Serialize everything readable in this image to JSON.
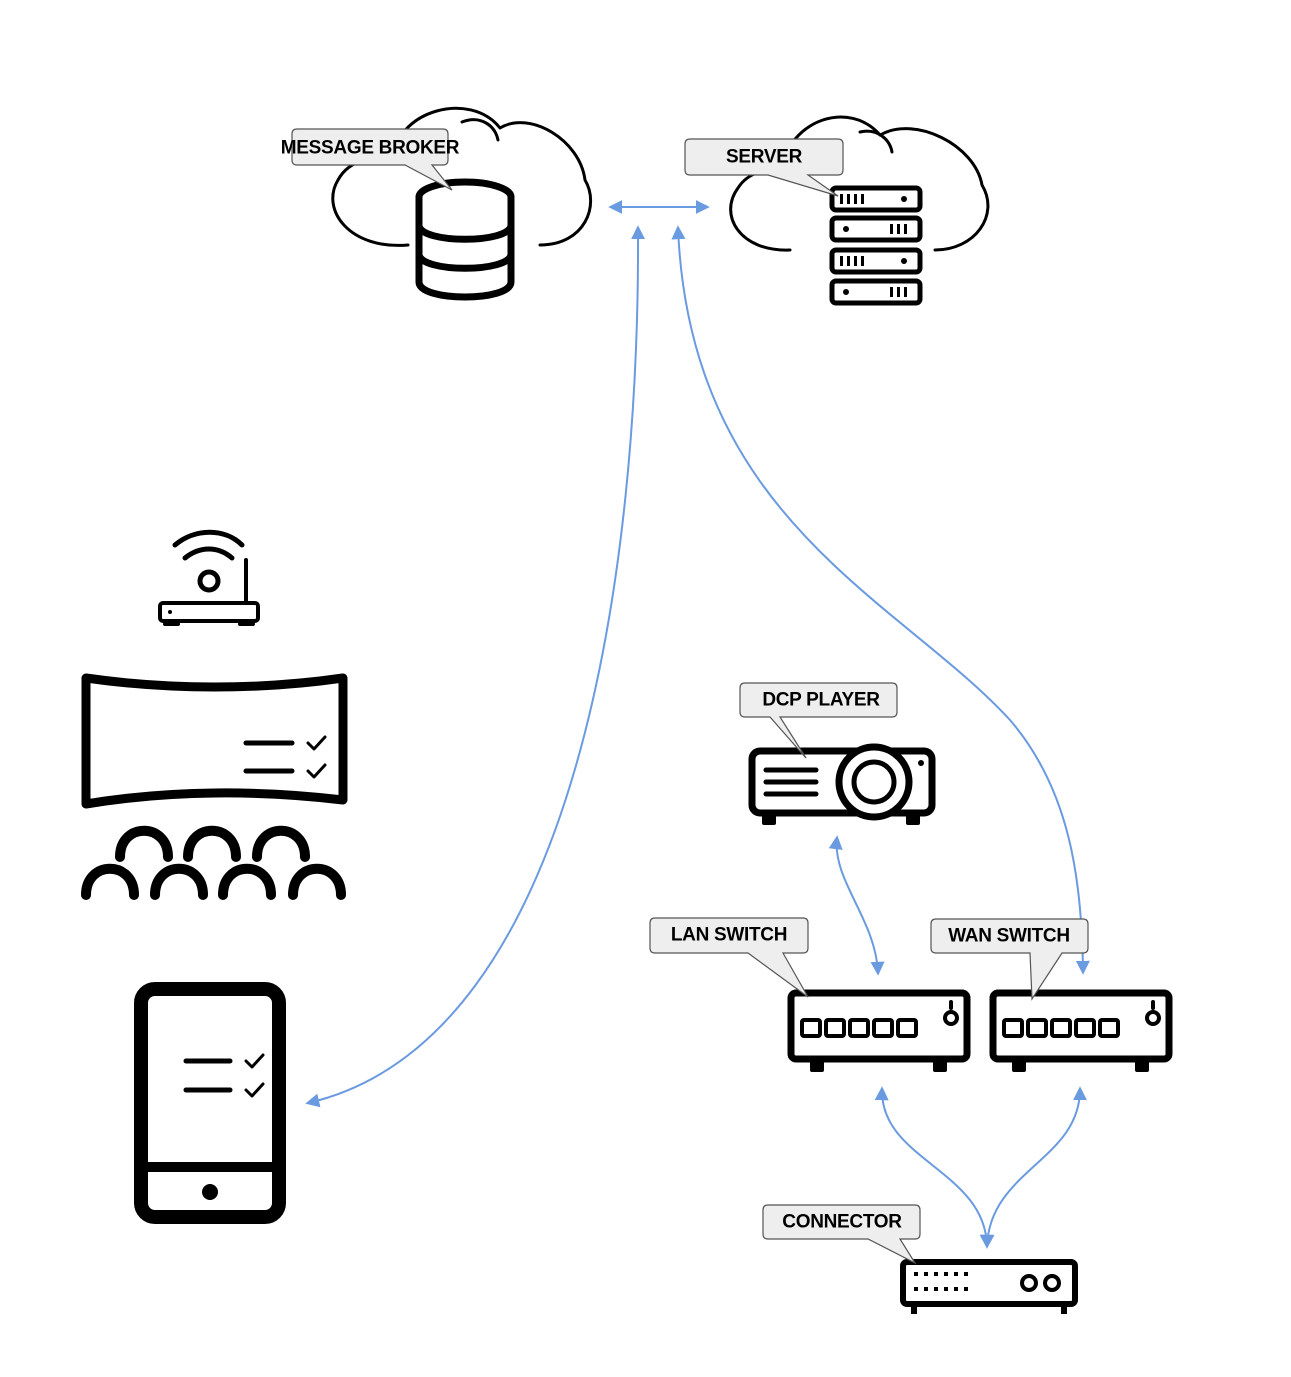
{
  "colors": {
    "ink": "#000000",
    "link": "#6a9ae0",
    "callout_fill": "#eeeeee",
    "callout_stroke": "#555555"
  },
  "nodes": {
    "message_broker": {
      "label": "MESSAGE BROKER",
      "icon": "cloud-database-icon"
    },
    "server": {
      "label": "SERVER",
      "icon": "cloud-server-icon"
    },
    "dcp_player": {
      "label": "DCP PLAYER",
      "icon": "projector-icon"
    },
    "lan_switch": {
      "label": "LAN SWITCH",
      "icon": "network-switch-icon"
    },
    "wan_switch": {
      "label": "WAN SWITCH",
      "icon": "network-switch-icon"
    },
    "connector": {
      "label": "CONNECTOR",
      "icon": "connector-device-icon"
    },
    "router": {
      "icon": "wifi-router-icon"
    },
    "cinema": {
      "icon": "cinema-screen-audience-icon"
    },
    "tablet": {
      "icon": "tablet-checklist-icon"
    }
  },
  "links": [
    {
      "from": "message_broker",
      "to": "server",
      "direction": "both"
    },
    {
      "from": "message_broker",
      "to": "tablet",
      "direction": "both"
    },
    {
      "from": "server",
      "to": "wan_switch",
      "direction": "both"
    },
    {
      "from": "dcp_player",
      "to": "lan_switch",
      "direction": "both"
    },
    {
      "from": "lan_switch",
      "to": "connector",
      "direction": "both"
    },
    {
      "from": "wan_switch",
      "to": "connector",
      "direction": "both"
    }
  ]
}
